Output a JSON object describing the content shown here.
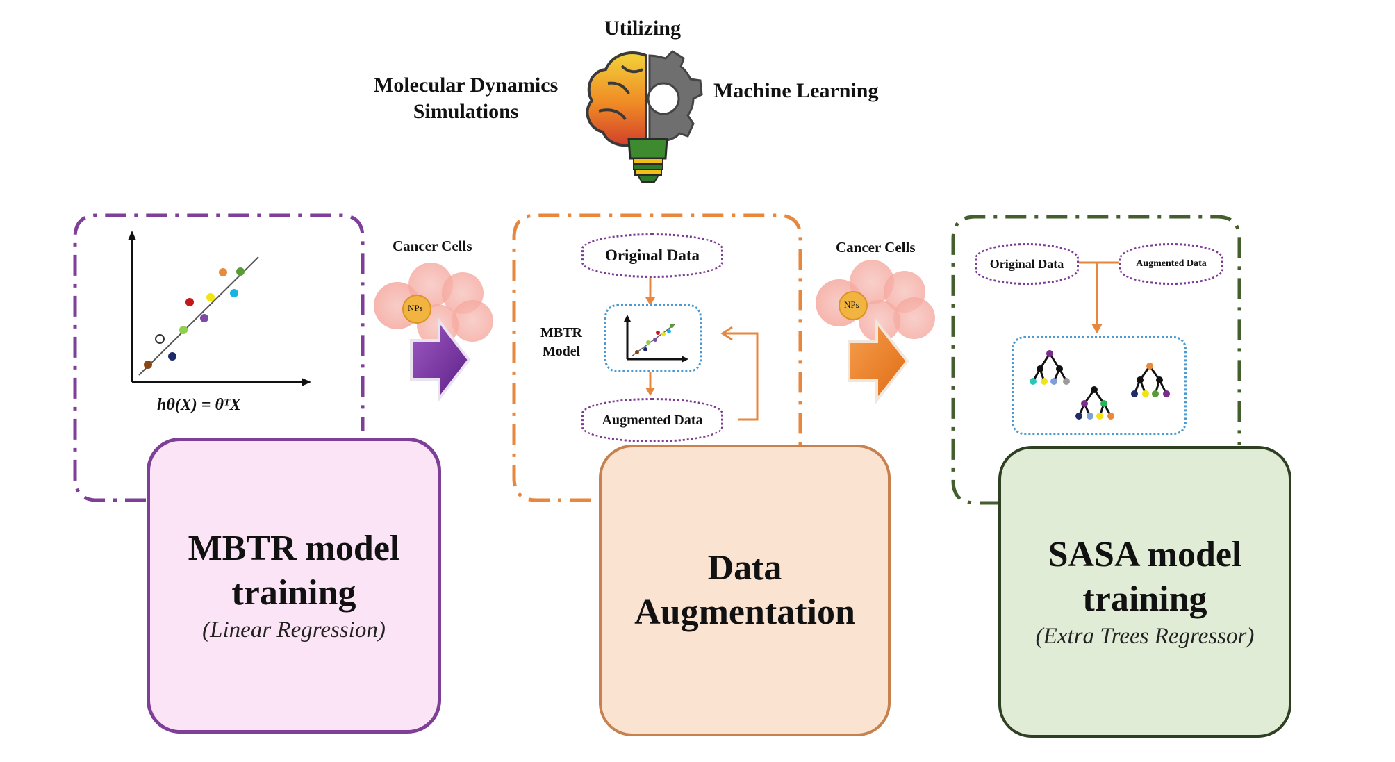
{
  "header": {
    "top_label": "Utilizing",
    "left_label_line1": "Molecular Dynamics",
    "left_label_line2": "Simulations",
    "right_label": "Machine Learning",
    "icon": "brain-gear-lightbulb-icon"
  },
  "panel1": {
    "formula": "hθ(X) = θᵀX",
    "border_color": "#7e3f98",
    "fill_color": "#fbe4f5",
    "title_line1": "MBTR model",
    "title_line2": "training",
    "subtitle": "(Linear Regression)"
  },
  "connector1": {
    "label": "Cancer Cells",
    "badge": "NPs",
    "arrow_color": "#7e3f98"
  },
  "panel2": {
    "original_data": "Original Data",
    "model_label_line1": "MBTR",
    "model_label_line2": "Model",
    "augmented_data": "Augmented Data",
    "border_color": "#e7863d",
    "fill_color": "#fbe3d2",
    "title_line1": "Data",
    "title_line2": "Augmentation"
  },
  "connector2": {
    "label": "Cancer Cells",
    "badge": "NPs",
    "arrow_color": "#ef7e2b"
  },
  "panel3": {
    "original_data": "Original Data",
    "augmented_data": "Augmented Data",
    "border_color": "#445f2d",
    "fill_color": "#e0ecd6",
    "title_line1": "SASA model",
    "title_line2": "training",
    "subtitle": "(Extra Trees Regressor)"
  }
}
